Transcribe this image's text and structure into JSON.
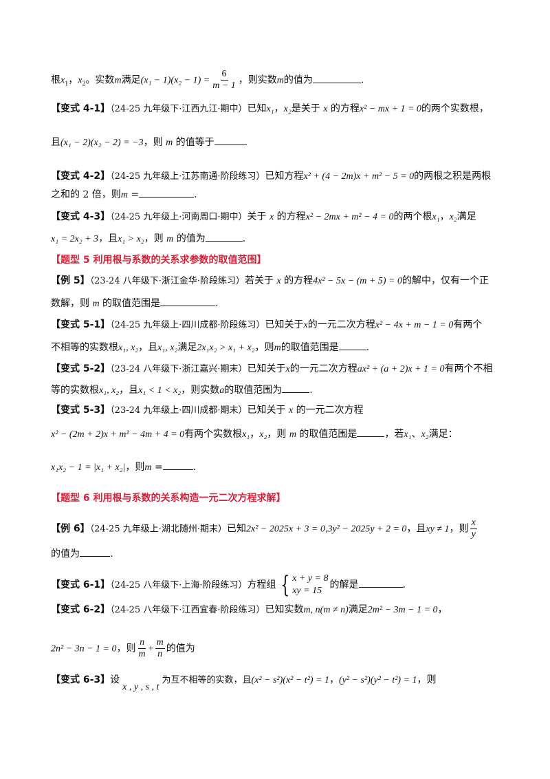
{
  "l1": {
    "pre": "根",
    "x1": "x",
    "s1": "1",
    "sep": "，",
    "x2": "x",
    "s2": "2",
    "mid": "。实数",
    "m": "m",
    "cond": "满足",
    "eq": "(x₁ − 1)(x₂ − 1) =",
    "num": "6",
    "den": "m − 1",
    "post": "，则实数",
    "m2": "m",
    "tail": "的值为",
    "end": "."
  },
  "v41": {
    "tag": "【变式 4-1】",
    "src": "（24-25 九年级下·江西九江·期中）",
    "t1": "已知",
    "x1": "x₁",
    "t2": "，",
    "x2": "x₂",
    "t3": "是关于 ",
    "x": "x",
    "t4": " 的方程",
    "eq": "x² − mx + 1 = 0",
    "t5": "的两个实数根，"
  },
  "v41b": {
    "t1": "且",
    "eq": "(x₁ − 2)(x₂ − 2) = −3",
    "t2": "，则 ",
    "m": "m",
    "t3": " 的值等于",
    "end": "."
  },
  "v42": {
    "tag": "【变式 4-2】",
    "src": "（24-25 九年级上·江苏南通·阶段练习）",
    "t1": "已知方程",
    "eq": "x² + (4 − 2m)x + m² − 5 = 0",
    "t2": "的两根之积是两根"
  },
  "v42b": {
    "t1": "之和的 2 倍，则",
    "m": "m",
    "t2": " =",
    "end": "."
  },
  "v43": {
    "tag": "【变式 4-3】",
    "src": "（24-25 九年级上·河南周口·期中）",
    "t1": "关于 ",
    "x": "x",
    "t2": " 的方程",
    "eq": "x² − 2mx + m² − 4 = 0",
    "t3": "的两个根",
    "x1": "x₁",
    "t4": "，",
    "x2": "x₂",
    "t5": "满足"
  },
  "v43b": {
    "eq1": "x₁ = 2x₂ + 3",
    "t1": "，且",
    "eq2": "x₁ > x₂",
    "t2": "，则 ",
    "m": "m",
    "t3": " 的值为",
    "end": "."
  },
  "sec5": {
    "title": "【题型 5    利用根与系数的关系求参数的取值范围】"
  },
  "ex5": {
    "tag": "【例 5】",
    "src": "（23-24 八年级下·浙江金华·阶段练习）",
    "t1": "若关于 ",
    "x": "x",
    "t2": " 的方程",
    "eq": "4x² − 5x − (m + 5) = 0",
    "t3": "的解中，仅有一个正"
  },
  "ex5b": {
    "t1": "数解，则 ",
    "m": "m",
    "t2": " 的取值范围是",
    "end": "."
  },
  "v51": {
    "tag": "【变式 5-1】",
    "src": "（24-25 九年级上·四川成都·阶段练习）",
    "t1": "已知关于",
    "x": "x",
    "t2": "的一元二次方程",
    "eq": "x² − 4x + m − 1 = 0",
    "t3": "有两个"
  },
  "v51b": {
    "t1": "不相等的实数根",
    "xs": "x₁, x₂",
    "t2": "，且",
    "xs2": "x₁, x₂",
    "t3": "满足",
    "eq": "2x₁x₂ > x₁ + x₂",
    "t4": "，则",
    "m": "m",
    "t5": "的取值范围是",
    "end": "."
  },
  "v52": {
    "tag": "【变式 5-2】",
    "src": "（23-24 八年级下·浙江嘉兴·期末）",
    "t1": "已知关于",
    "x": "x",
    "t2": "的一元二次方程",
    "eq": "ax² + (a + 2)x + 1 = 0",
    "t3": "有两个不相"
  },
  "v52b": {
    "t1": "等的实数根",
    "xs": "x₁, x₂",
    "t2": "，且",
    "eq": "x₁ < 1 < x₂",
    "t3": "，则实数",
    "a": "a",
    "t4": "的取值范围为",
    "end": "."
  },
  "v53": {
    "tag": "【变式 5-3】",
    "src": "（23-24 九年级上·四川成都·期末）",
    "t1": "已知关于 ",
    "x": "x",
    "t2": " 的一元二次方程"
  },
  "v53b": {
    "eq": "x² − (2m + 2)x + m² − 4m + 4 = 0",
    "t1": "有两个实数根",
    "x1": "x₁",
    "t2": "，",
    "x2": "x₂",
    "t3": "，则 ",
    "m": "m",
    "t4": " 的取值范围是",
    "t5": "，若",
    "x1b": "x₁",
    "t6": "、",
    "x2b": "x₂",
    "t7": "满足："
  },
  "v53c": {
    "eq": "x₁x₂ − 1 = |x₁ + x₂|",
    "t1": "，则",
    "m": "m",
    "t2": " =",
    "end": "."
  },
  "sec6": {
    "title": "【题型 6    利用根与系数的关系构造一元二次方程求解】"
  },
  "ex6": {
    "tag": "【例 6】",
    "src": "（24-25 九年级上·湖北随州·期末）",
    "t1": "已知",
    "eq": "2x² − 2025x + 3 = 0,3y² − 2025y + 2 = 0",
    "t2": "，且",
    "eq2": "xy ≠ 1",
    "t3": "，则",
    "num": "x",
    "den": "y"
  },
  "ex6b": {
    "t1": "的值为",
    "end": "."
  },
  "v61": {
    "tag": "【变式 6-1】",
    "src": "（24-25 八年级下·上海·阶段练习）",
    "t1": "方程组",
    "r1": "x + y = 8",
    "r2": "xy = 15",
    "t2": "的解是",
    "end": "."
  },
  "v62": {
    "tag": "【变式 6-2】",
    "src": "（24-25 八年级下·江西宜春·阶段练习）",
    "t1": "已知实数",
    "mn": "m, n",
    "cond": "(m ≠ n)",
    "t2": "满足",
    "eq": "2m² − 3m − 1 = 0",
    "t3": "，"
  },
  "v62b": {
    "eq": "2n² − 3n − 1 = 0",
    "t1": "，则",
    "n1": "n",
    "d1": "m",
    "plus": "+",
    "n2": "m",
    "d2": "n",
    "t2": "的值为"
  },
  "v63": {
    "tag": "【变式 6-3】",
    "t1": "设",
    "vars": "x ,  y ,  s ,  t",
    "t2": "为互不相等的实数，且",
    "eq1": "(x² − s²)(x² − t²) = 1",
    "t3": "，",
    "eq2": "(y² − s²)(y² − t²) = 1",
    "t4": "，则"
  }
}
